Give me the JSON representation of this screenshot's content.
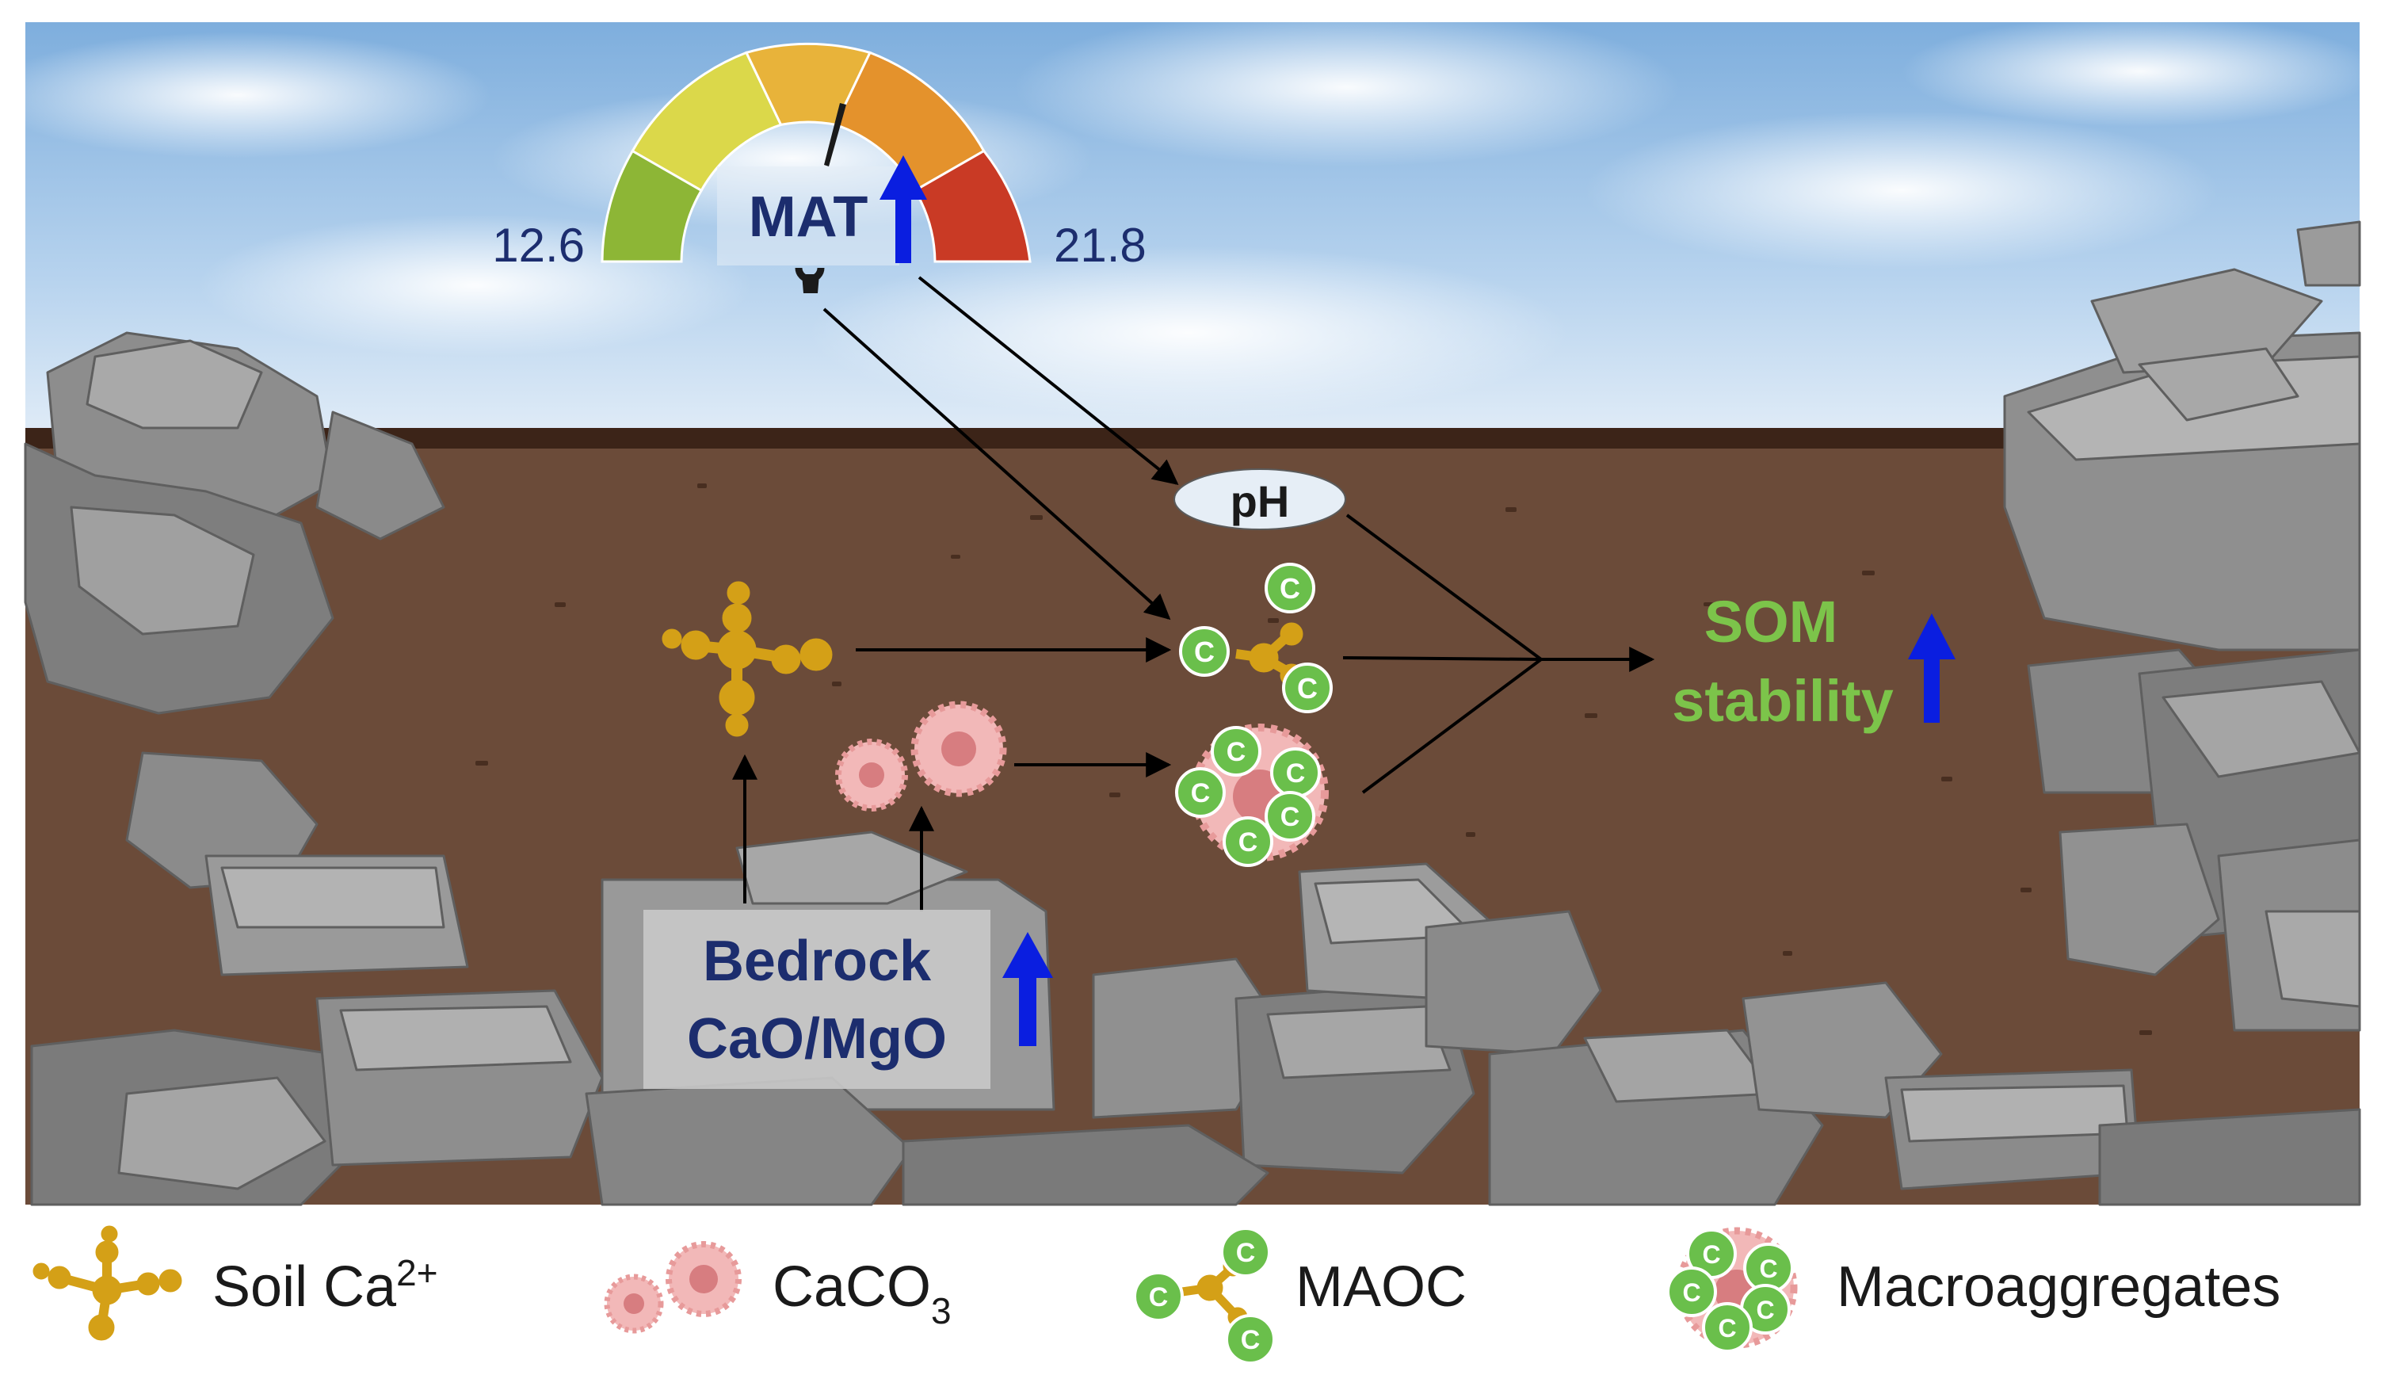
{
  "gauge": {
    "label": "MAT",
    "min_label": "12.6",
    "max_label": "21.8",
    "arrow": "up"
  },
  "nodes": {
    "ph": "pH",
    "som_line1": "SOM",
    "som_line2": "stability",
    "bedrock_line1": "Bedrock",
    "bedrock_line2": "CaO/MgO",
    "carbon_letter": "C"
  },
  "legend": [
    {
      "icon": "soil-ca-icon",
      "label": "Soil Ca",
      "sup": "2+"
    },
    {
      "icon": "caco3-icon",
      "label": "CaCO",
      "sub": "3"
    },
    {
      "icon": "maoc-icon",
      "label": "MAOC"
    },
    {
      "icon": "macroaggregates-icon",
      "label": "Macroaggregates"
    }
  ],
  "colors": {
    "sky": "#8fb9e2",
    "soil": "#6b4b39",
    "soil_edge": "#3c2418",
    "rock": "#8a8a8a",
    "ca_gold": "#d4a017",
    "caco3_pink": "#f2b8b8",
    "carbon_green": "#6abf4b",
    "som_green": "#7cc44a",
    "navy": "#1c2d6e",
    "arrow_blue": "#0a1ee0",
    "gauge_green": "#8db636",
    "gauge_yellow": "#dbd84a",
    "gauge_amber": "#e8b33a",
    "gauge_orange": "#e4922c",
    "gauge_red": "#c93a25"
  }
}
